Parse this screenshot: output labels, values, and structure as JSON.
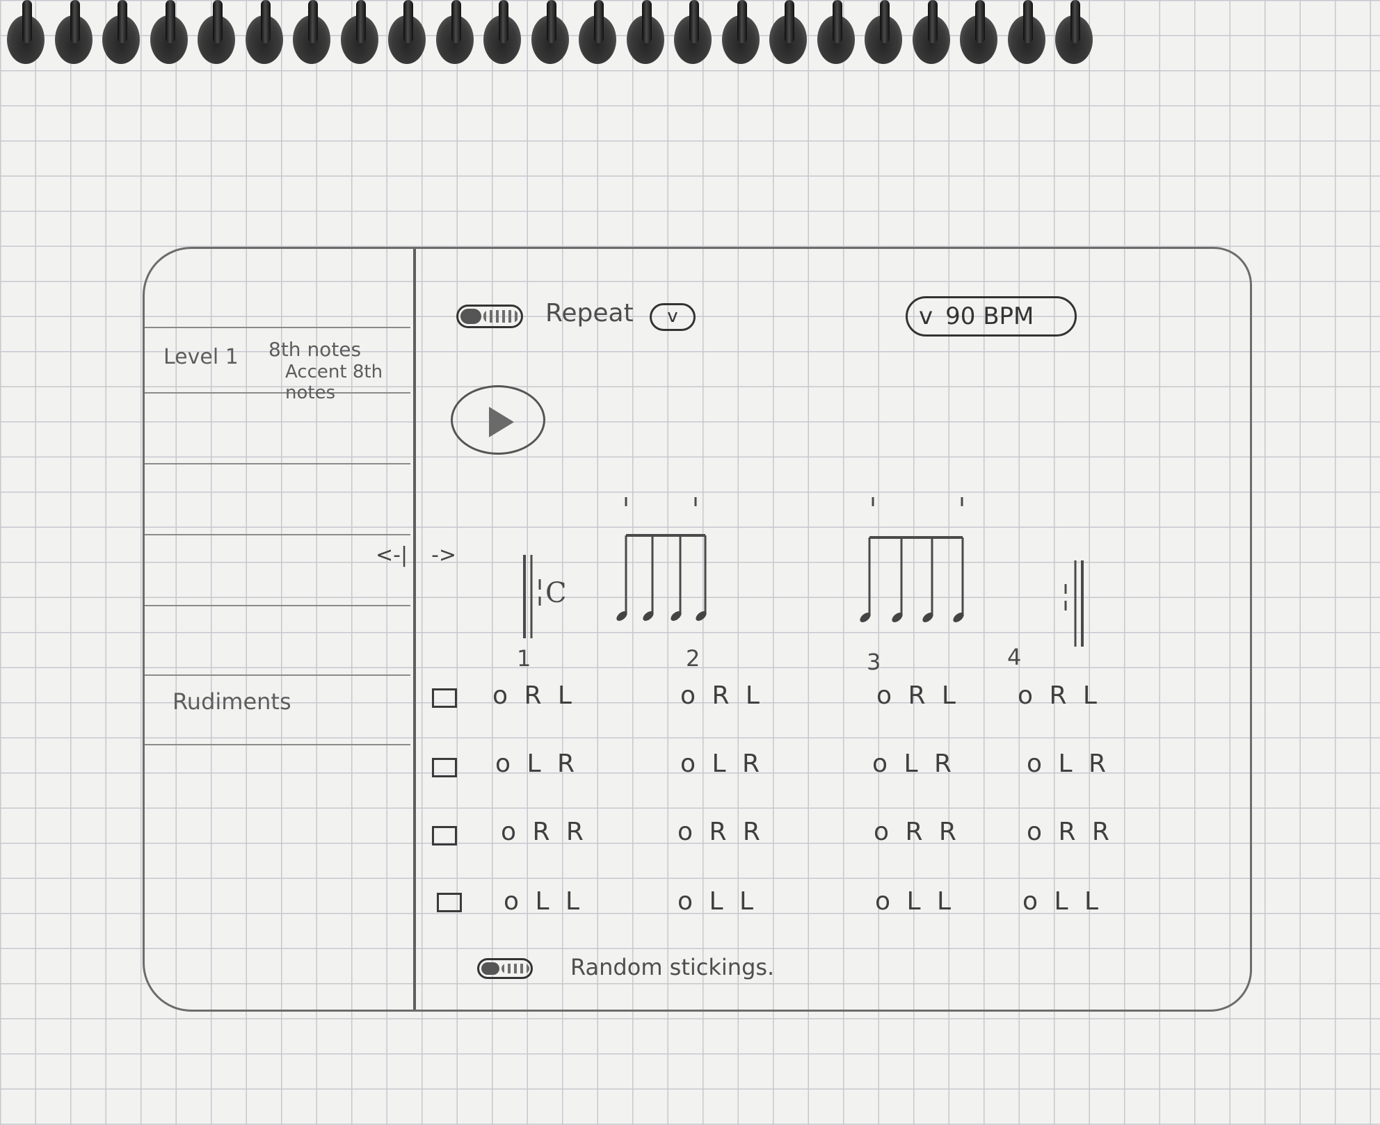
{
  "sidebar": {
    "level": {
      "title": "Level 1",
      "lines": [
        "8th notes",
        "Accent 8th notes"
      ]
    },
    "rudiments_label": "Rudiments",
    "collapse_left": "<-|",
    "collapse_right": "->"
  },
  "controls": {
    "repeat_label": "Repeat",
    "repeat_dropdown_icon": "v",
    "bpm_chevron": "v",
    "bpm_value": "90 BPM",
    "play_icon": "play-icon"
  },
  "notation": {
    "time_signature": "C",
    "beats": [
      "1",
      "2",
      "3",
      "4"
    ]
  },
  "stickings": [
    {
      "cells": [
        "o R L",
        "o R L",
        "o R L",
        "o R L"
      ]
    },
    {
      "cells": [
        "o L R",
        "o L R",
        "o L R",
        "o L R"
      ]
    },
    {
      "cells": [
        "o R R",
        "o R R",
        "o R R",
        "o R R"
      ]
    },
    {
      "cells": [
        "o L L",
        "o L L",
        "o L L",
        "o L L"
      ]
    }
  ],
  "random_stickings_label": "Random stickings."
}
